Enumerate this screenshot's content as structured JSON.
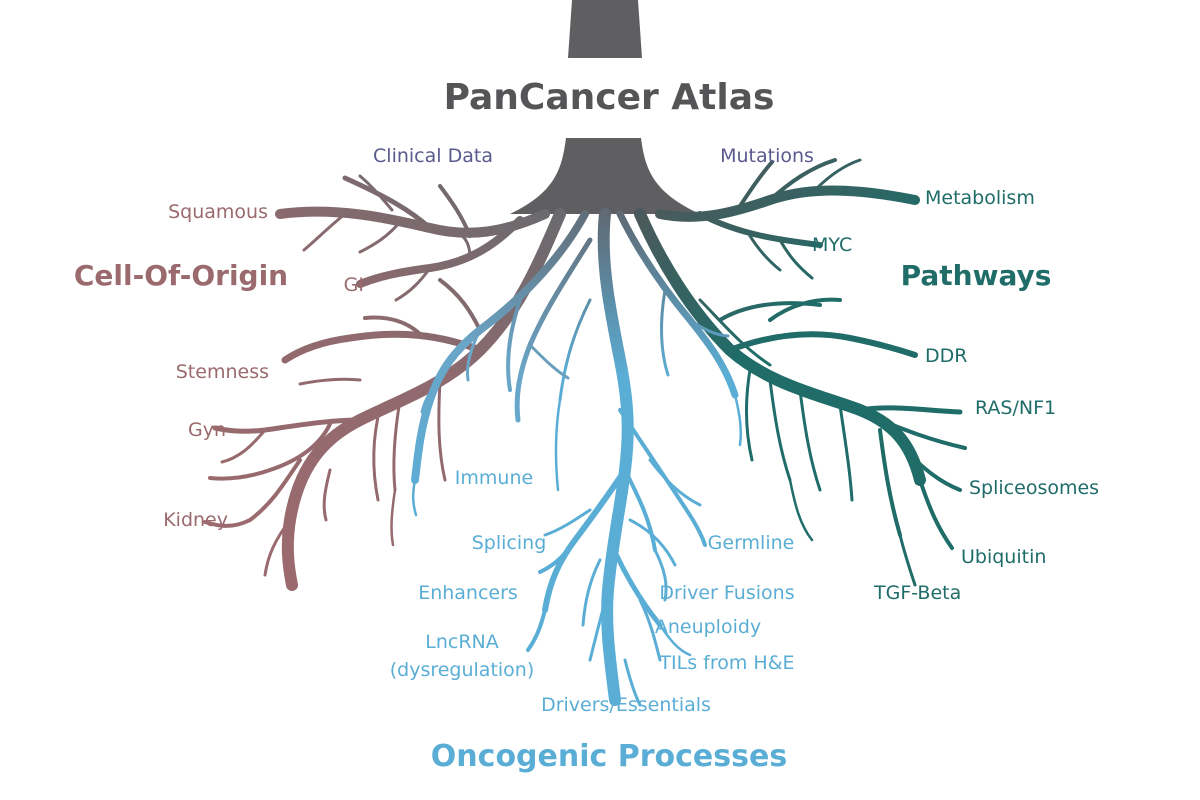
{
  "title": "PanCancer Atlas",
  "colors": {
    "trunk": "#5f5f62",
    "cell_of_origin": "#9a6a6e",
    "pathways": "#1f6c68",
    "oncogenic": "#5aaed6",
    "top_labels": "#5a5a8e"
  },
  "groups": {
    "cell_of_origin": "Cell-Of-Origin",
    "pathways": "Pathways",
    "oncogenic": "Oncogenic Processes"
  },
  "top_labels": {
    "clinical": "Clinical Data",
    "mutations": "Mutations"
  },
  "cell_of_origin_labels": {
    "squamous": "Squamous",
    "gi": "GI",
    "stemness": "Stemness",
    "gyn": "Gyn",
    "kidney": "Kidney"
  },
  "pathway_labels": {
    "metabolism": "Metabolism",
    "myc": "MYC",
    "ddr": "DDR",
    "ras": "RAS/NF1",
    "spliceosomes": "Spliceosomes",
    "ubiquitin": "Ubiquitin",
    "tgf": "TGF-Beta"
  },
  "oncogenic_labels": {
    "immune": "Immune",
    "splicing": "Splicing",
    "germline": "Germline",
    "enhancers": "Enhancers",
    "fusions": "Driver Fusions",
    "lncrna": "LncRNA",
    "dysregulation": "(dysregulation)",
    "aneuploidy": "Aneuploidy",
    "tils": "TILs from H&E",
    "drivers": "Drivers/Essentials"
  }
}
